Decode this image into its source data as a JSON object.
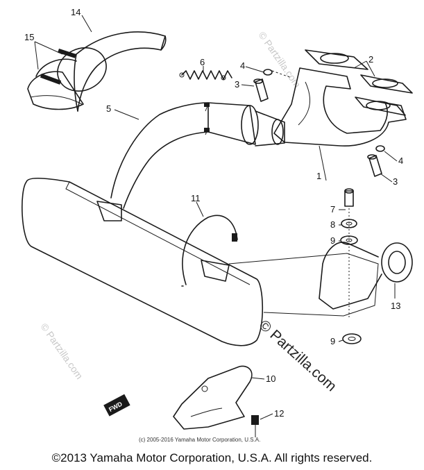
{
  "callouts": {
    "c14": "14",
    "c15": "15",
    "c6": "6",
    "c4a": "4",
    "c3a": "3",
    "c2": "2",
    "c5": "5",
    "c4b": "4",
    "c3b": "3",
    "c1": "1",
    "c11": "11",
    "c7": "7",
    "c8": "8",
    "c9a": "9",
    "c13": "13",
    "c9b": "9",
    "c10": "10",
    "c12": "12"
  },
  "fwd_label": "FWD",
  "watermark": {
    "main": "© Partzilla.com",
    "faint": "© Partzilla.com"
  },
  "subcopyright": "(c) 2005-2016 Yamaha Motor Corporation, U.S.A.",
  "footer": "©2013 Yamaha Motor Corporation, U.S.A. All rights reserved."
}
